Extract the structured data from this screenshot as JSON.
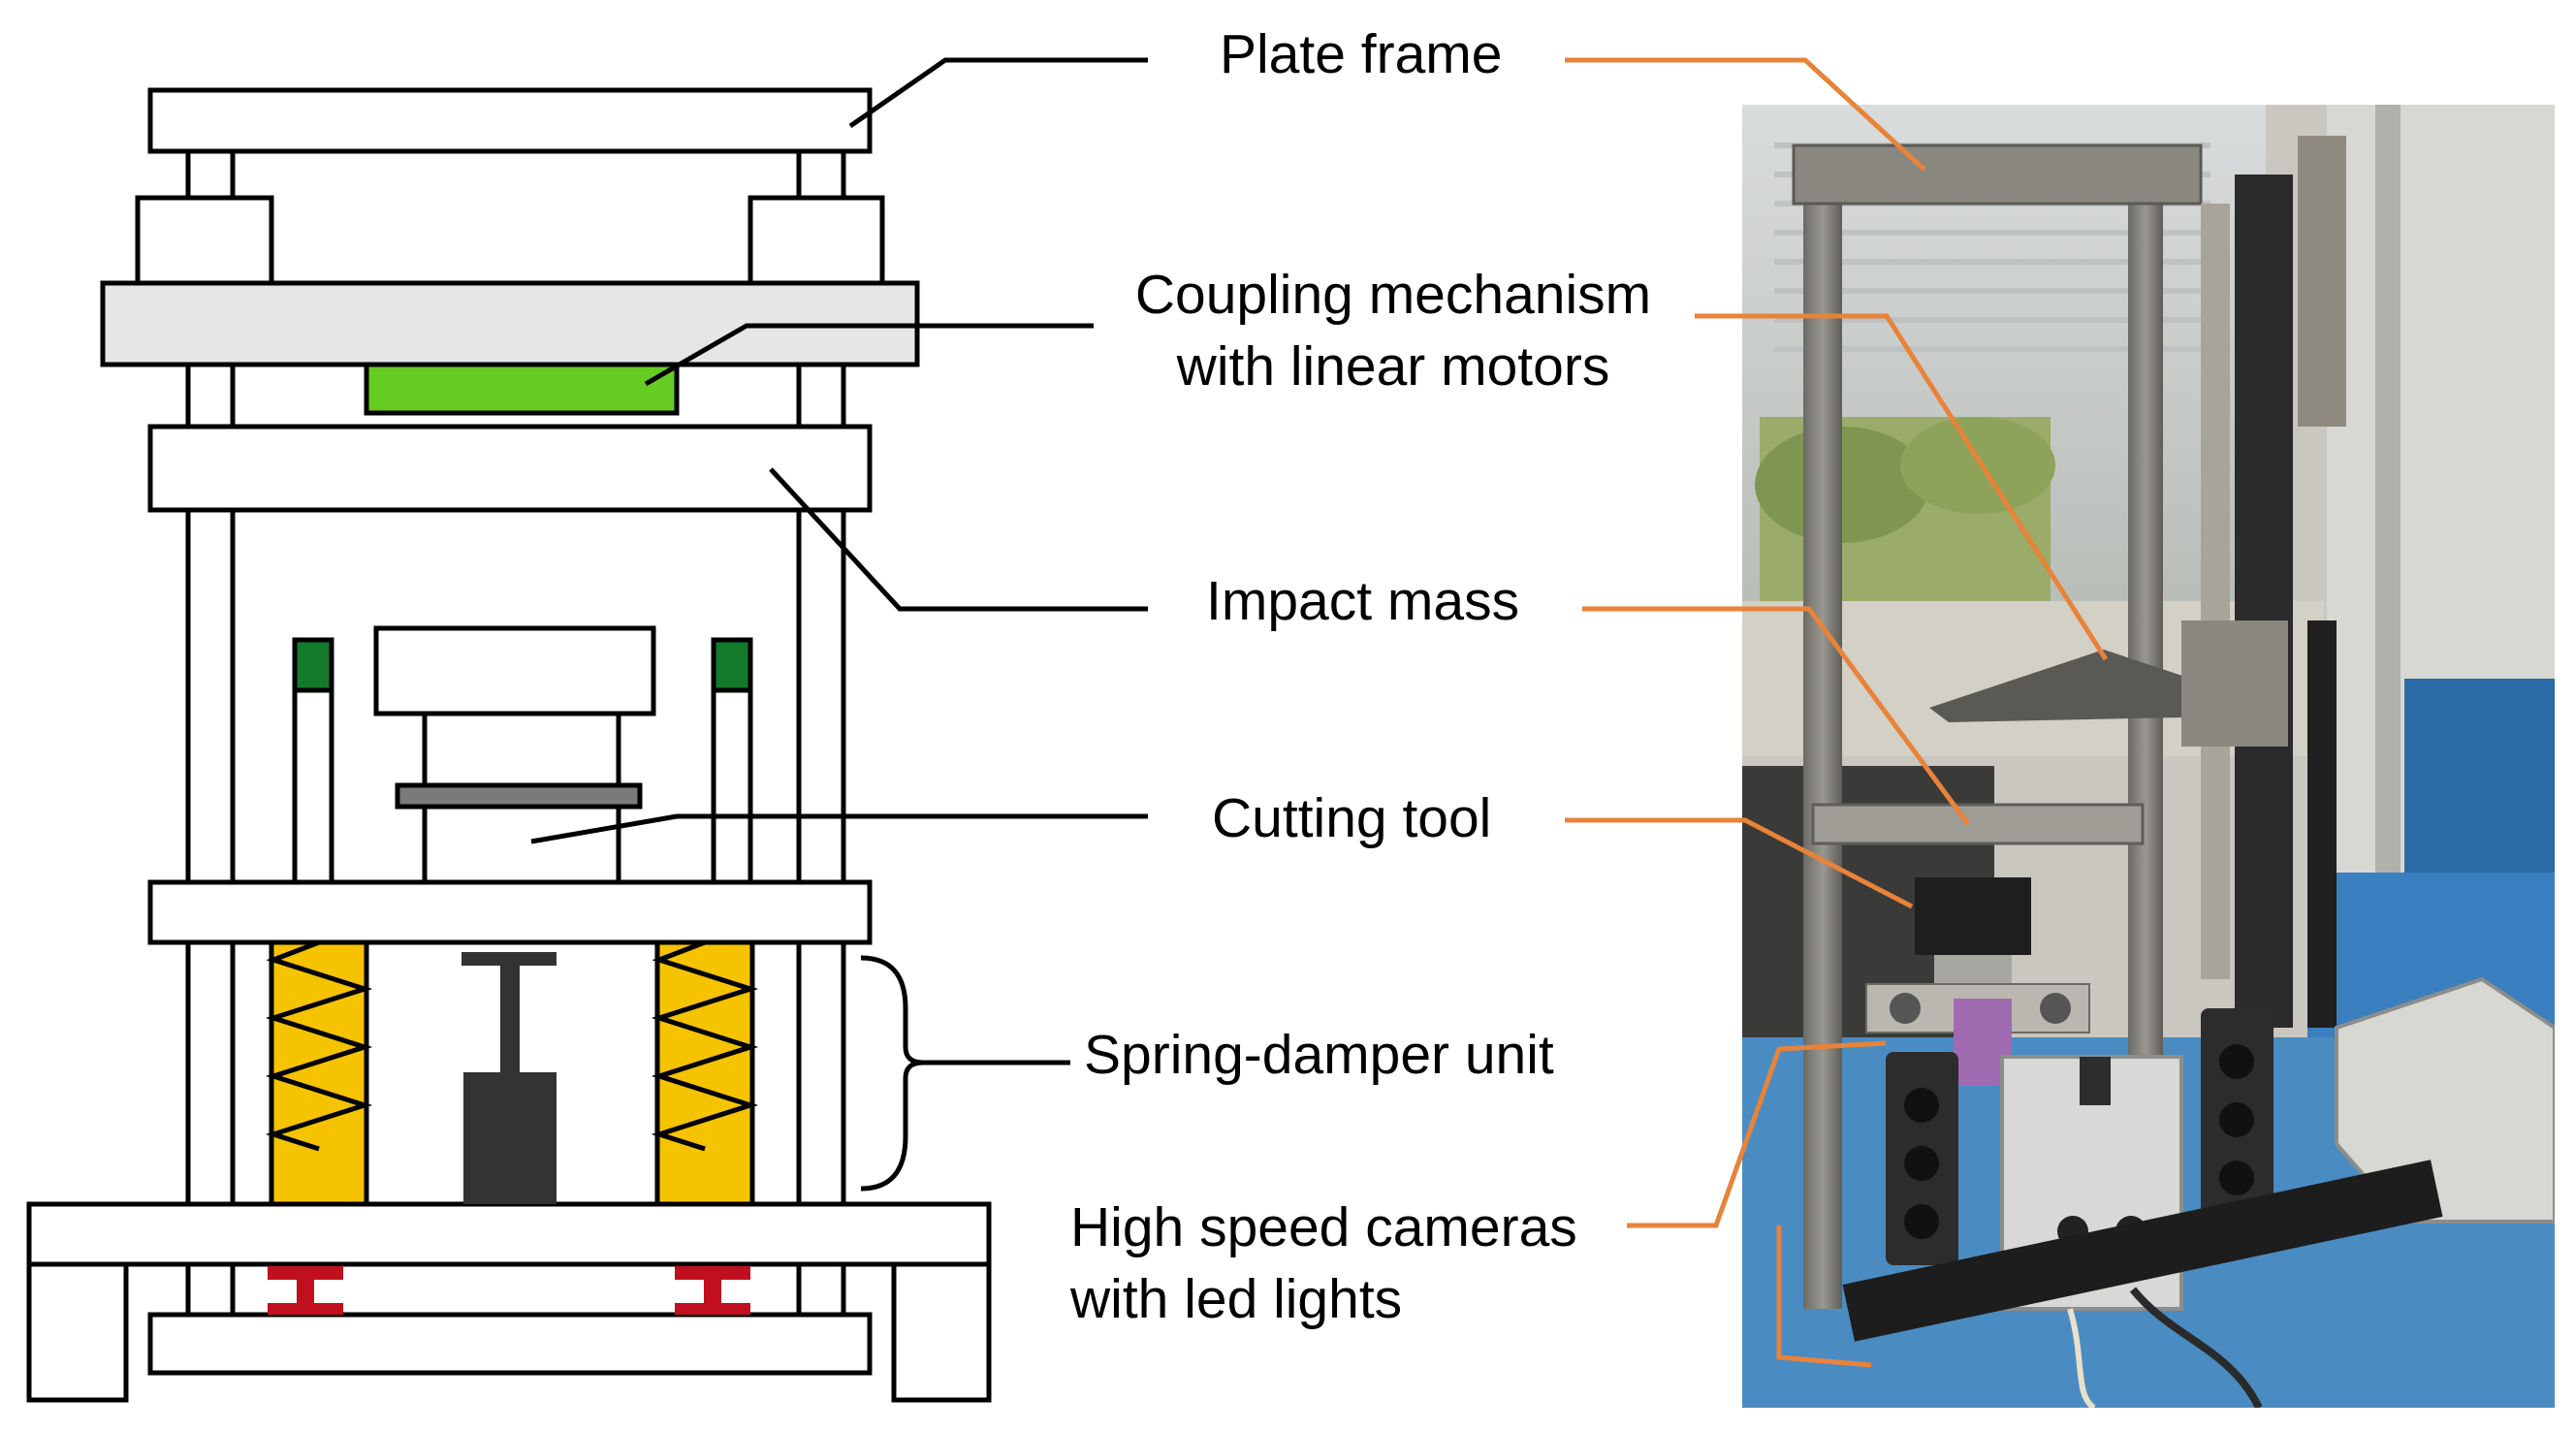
{
  "labels": {
    "plate_frame": "Plate frame",
    "coupling_line1": "Coupling mechanism",
    "coupling_line2": "with linear motors",
    "impact_mass": "Impact mass",
    "cutting_tool": "Cutting tool",
    "spring_damper": "Spring-damper unit",
    "cameras_line1": "High speed cameras",
    "cameras_line2": "with led lights"
  },
  "colors": {
    "schematic_stroke": "#000000",
    "plate_fill": "#ffffff",
    "coupling_plate_fill": "#e6e6e6",
    "coupling_mechanism": "#66cc22",
    "spring_holder_cap": "#137a2c",
    "spring_body": "#f5c300",
    "damper": "#333333",
    "cutting_blade": "#7a7a7a",
    "buffer_red": "#c01020",
    "photo_leader": "#e8833a"
  },
  "icons": {
    "schematic": "drop-tower-schematic",
    "photo": "test-rig-photo-illustration"
  }
}
